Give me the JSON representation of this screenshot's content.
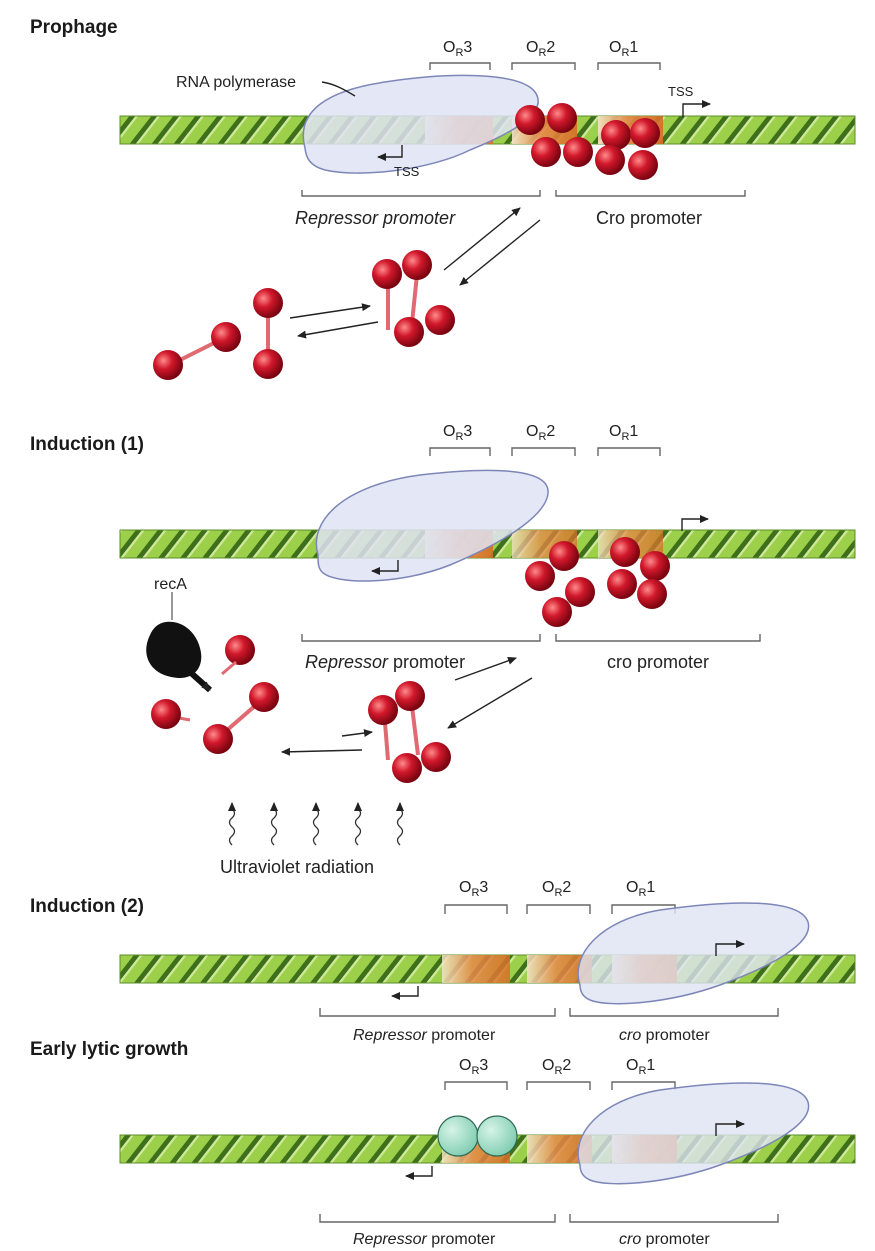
{
  "panels": {
    "prophage": {
      "heading": "Prophage",
      "operators": {
        "o3": {
          "main": "O",
          "sub": "R",
          "num": "3"
        },
        "o2": {
          "main": "O",
          "sub": "R",
          "num": "2"
        },
        "o1": {
          "main": "O",
          "sub": "R",
          "num": "1"
        }
      },
      "rna_polymerase": "RNA polymerase",
      "tss_left": "TSS",
      "tss_right": "TSS",
      "repressor_promoter": "Repressor promoter",
      "cro_promoter": "Cro promoter"
    },
    "induction1": {
      "heading": "Induction (1)",
      "operators": {
        "o3": {
          "main": "O",
          "sub": "R",
          "num": "3"
        },
        "o2": {
          "main": "O",
          "sub": "R",
          "num": "2"
        },
        "o1": {
          "main": "O",
          "sub": "R",
          "num": "1"
        }
      },
      "reca": "recA",
      "repressor_promoter_italic": "Repressor",
      "repressor_promoter_rest": " promoter",
      "cro_promoter": "cro promoter",
      "uv": "Ultraviolet radiation"
    },
    "induction2": {
      "heading": "Induction (2)",
      "operators": {
        "o3": {
          "main": "O",
          "sub": "R",
          "num": "3"
        },
        "o2": {
          "main": "O",
          "sub": "R",
          "num": "2"
        },
        "o1": {
          "main": "O",
          "sub": "R",
          "num": "1"
        }
      },
      "repressor_italic": "Repressor",
      "repressor_rest": " promoter",
      "cro_italic": "cro",
      "cro_rest": " promoter"
    },
    "early": {
      "heading": "Early lytic growth",
      "operators": {
        "o3": {
          "main": "O",
          "sub": "R",
          "num": "3"
        },
        "o2": {
          "main": "O",
          "sub": "R",
          "num": "2"
        },
        "o1": {
          "main": "O",
          "sub": "R",
          "num": "1"
        }
      },
      "repressor_italic": "Repressor",
      "repressor_rest": " promoter",
      "cro_italic": "cro",
      "cro_rest": " promoter"
    }
  },
  "colors": {
    "dna_fill": "#9ccf4a",
    "dna_stripe": "#3e6f1a",
    "operator": "#e8894a",
    "polymerase": "#dfe3f3",
    "polymerase_edge": "#7d86b8",
    "repressor": "#d1182b",
    "repressor_link": "#e06a72",
    "cro_protein": "#9fdcc6",
    "reca": "#111111"
  },
  "icons": [
    "rna-polymerase-shape",
    "repressor-protein",
    "reca-protein",
    "cro-protein",
    "tss-arrow",
    "uv-wave"
  ]
}
